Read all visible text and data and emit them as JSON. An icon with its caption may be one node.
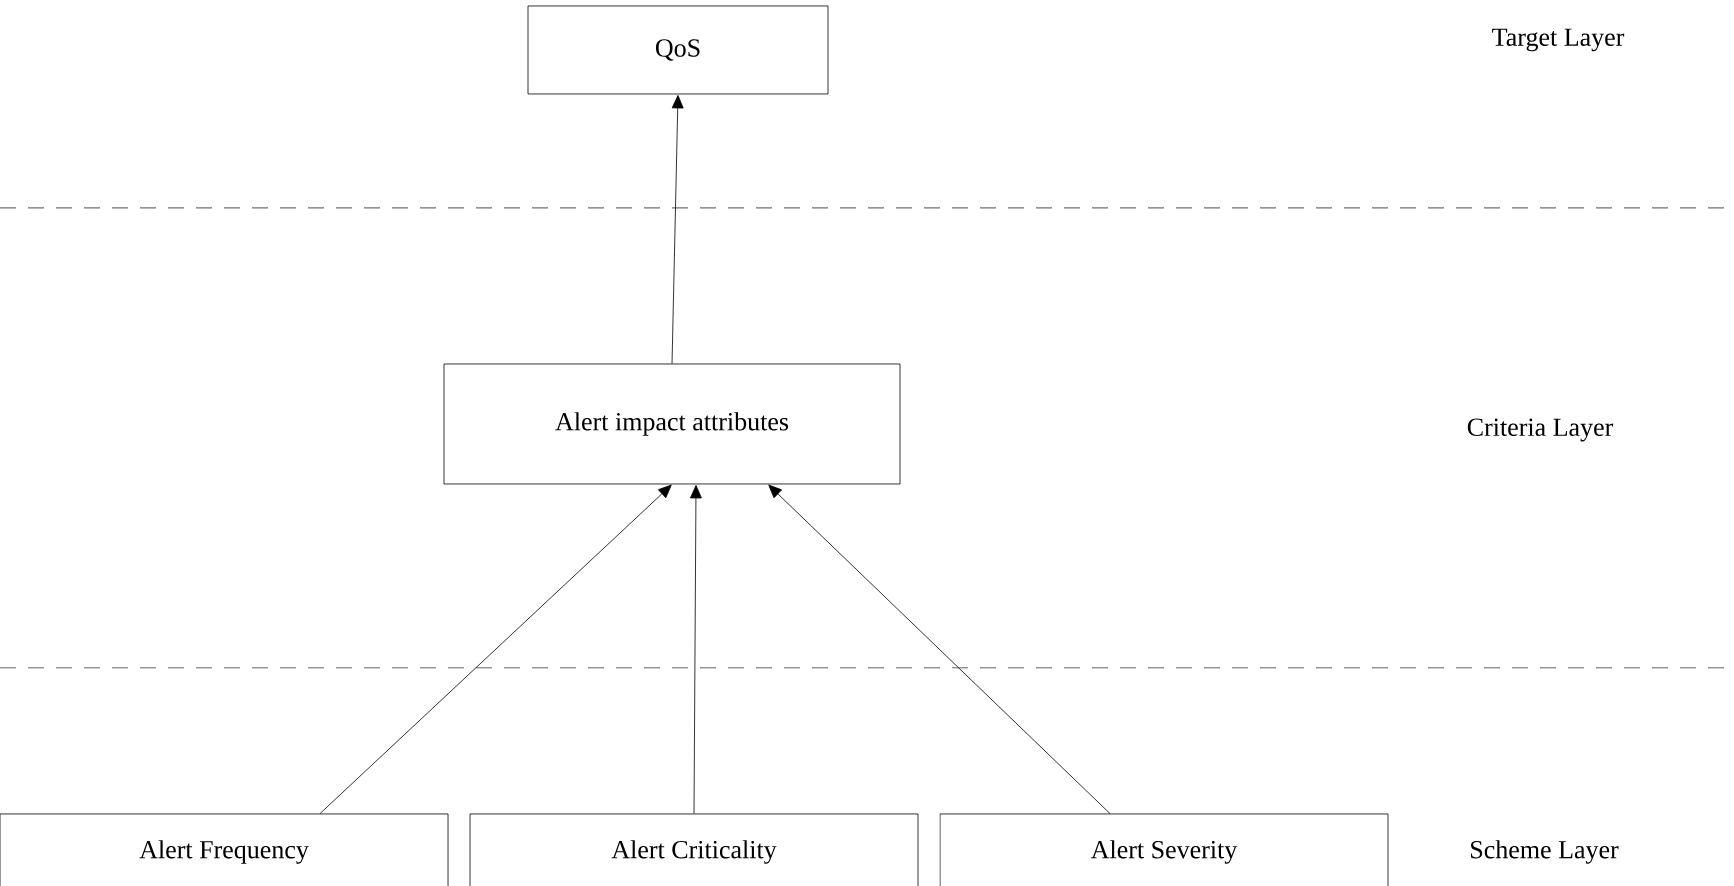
{
  "diagram": {
    "nodes": [
      {
        "text": [
          "QoS"
        ]
      },
      {
        "text": [
          "Alert impact attributes"
        ]
      },
      {
        "text": [
          "Alert Frequency"
        ]
      },
      {
        "text": [
          "Alert Criticality"
        ]
      },
      {
        "text": [
          "Alert Severity"
        ]
      }
    ],
    "edges": [
      {
        "from": 1,
        "to": 0,
        "arrow": "to"
      },
      {
        "from": 2,
        "to": 1,
        "arrow": "to"
      },
      {
        "from": 3,
        "to": 1,
        "arrow": "to"
      },
      {
        "from": 4,
        "to": 1,
        "arrow": "to"
      }
    ],
    "labels": [
      "Target Layer",
      "Criteria Layer",
      "Scheme Layer"
    ]
  }
}
